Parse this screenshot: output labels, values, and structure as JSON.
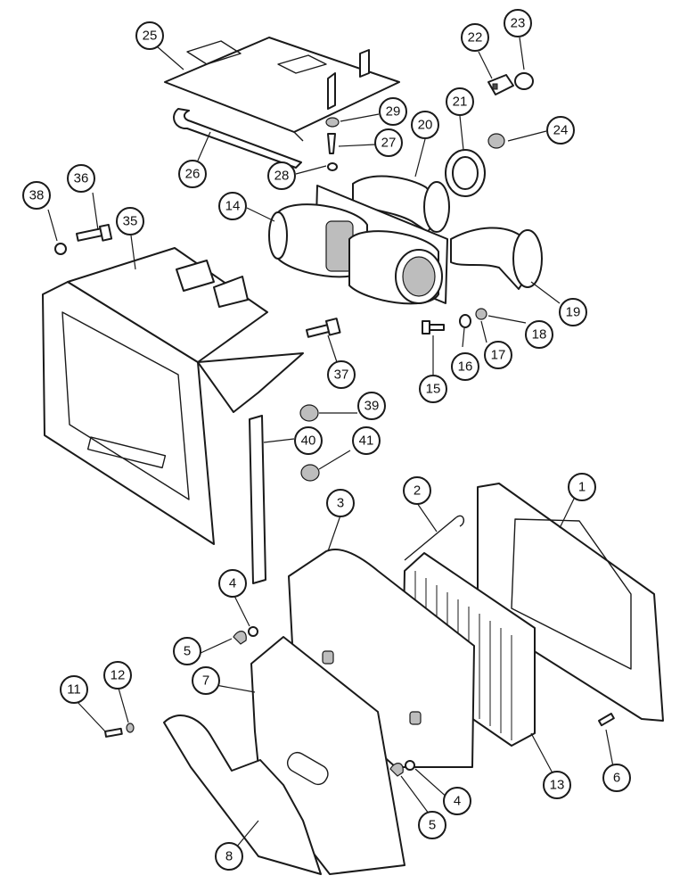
{
  "callouts": [
    {
      "id": "25",
      "label": "25"
    },
    {
      "id": "22",
      "label": "22"
    },
    {
      "id": "23",
      "label": "23"
    },
    {
      "id": "29",
      "label": "29"
    },
    {
      "id": "20",
      "label": "20"
    },
    {
      "id": "21",
      "label": "21"
    },
    {
      "id": "24",
      "label": "24"
    },
    {
      "id": "27",
      "label": "27"
    },
    {
      "id": "26",
      "label": "26"
    },
    {
      "id": "28",
      "label": "28"
    },
    {
      "id": "36",
      "label": "36"
    },
    {
      "id": "38",
      "label": "38"
    },
    {
      "id": "14",
      "label": "14"
    },
    {
      "id": "35",
      "label": "35"
    },
    {
      "id": "19",
      "label": "19"
    },
    {
      "id": "18",
      "label": "18"
    },
    {
      "id": "37",
      "label": "37"
    },
    {
      "id": "17",
      "label": "17"
    },
    {
      "id": "16",
      "label": "16"
    },
    {
      "id": "15",
      "label": "15"
    },
    {
      "id": "39",
      "label": "39"
    },
    {
      "id": "40",
      "label": "40"
    },
    {
      "id": "41",
      "label": "41"
    },
    {
      "id": "3",
      "label": "3"
    },
    {
      "id": "2",
      "label": "2"
    },
    {
      "id": "1",
      "label": "1"
    },
    {
      "id": "4a",
      "label": "4"
    },
    {
      "id": "5a",
      "label": "5"
    },
    {
      "id": "7",
      "label": "7"
    },
    {
      "id": "11",
      "label": "11"
    },
    {
      "id": "12",
      "label": "12"
    },
    {
      "id": "6",
      "label": "6"
    },
    {
      "id": "13",
      "label": "13"
    },
    {
      "id": "4b",
      "label": "4"
    },
    {
      "id": "5b",
      "label": "5"
    },
    {
      "id": "8",
      "label": "8"
    }
  ],
  "colors": {
    "ink": "#1a1a1a",
    "paper": "#ffffff",
    "shade": "#bdbdbd"
  }
}
